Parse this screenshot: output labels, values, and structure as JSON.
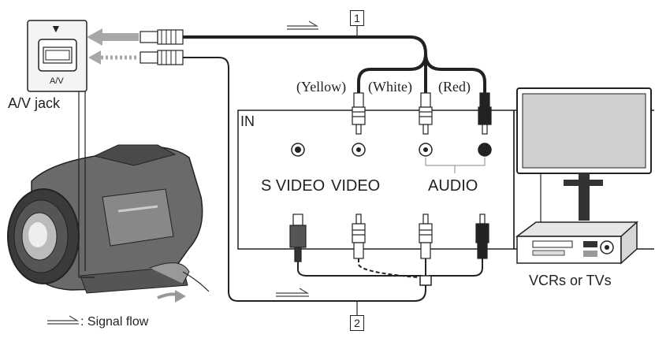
{
  "labels": {
    "av_jack": "A/V jack",
    "av_small": "A/V",
    "jack_marker": "▼",
    "signal_flow": ": Signal flow",
    "vcrs_tvs": "VCRs or TVs",
    "in_panel": "IN",
    "s_video": "S VIDEO",
    "video": "VIDEO",
    "audio": "AUDIO",
    "yellow": "(Yellow)",
    "white": "(White)",
    "red": "(Red)"
  },
  "callouts": {
    "cable_1": "1",
    "cable_2": "2"
  },
  "colors": {
    "ink": "#222222",
    "arrow_gray": "#a8a8a8",
    "screen": "#cfcfcf",
    "camera_dark": "#3a3a3a"
  }
}
